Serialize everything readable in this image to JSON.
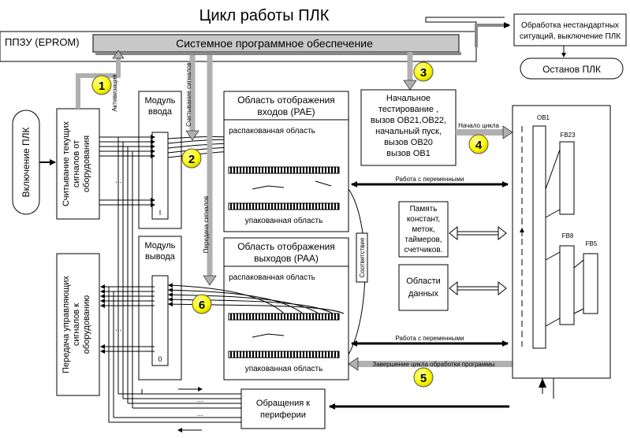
{
  "title": "Цикл работы ПЛК",
  "rom": {
    "label": "ППЗУ (EPROM)",
    "system_software": "Системное программное обеспечение"
  },
  "power_on": {
    "label": "Включение ПЛК"
  },
  "read_inputs": {
    "lines": [
      "Считывание текущих",
      "сигналов от",
      "оборудования"
    ]
  },
  "write_outputs": {
    "lines": [
      "Передача управляющих",
      "сигналов к",
      "оборудованию"
    ]
  },
  "input_module": {
    "lines": [
      "Модуль",
      "ввода"
    ],
    "marker": "I"
  },
  "output_module": {
    "lines": [
      "Модуль",
      "вывода"
    ],
    "marker": "0"
  },
  "pae": {
    "lines": [
      "Область отображения",
      "входов (PAE)"
    ],
    "unpacked": "распакованная область",
    "packed": "упакованная область"
  },
  "paa": {
    "lines": [
      "Область отображения",
      "выходов (PAA)"
    ],
    "unpacked": "распакованная область",
    "packed": "упакованная область"
  },
  "init": {
    "lines": [
      "Начальное",
      "тестирование ,",
      "вызов OB21,OB22,",
      "начальный пуск,",
      "вызов OB20",
      "вызов OB1"
    ]
  },
  "exceptions": {
    "lines": [
      "Обработка нестандартных",
      "ситуаций, выключение ПЛК"
    ]
  },
  "stop": {
    "label": "Останов ПЛК"
  },
  "memory": {
    "lines": [
      "Память",
      "констант,",
      "меток,",
      "таймеров,",
      "счетчиков."
    ]
  },
  "data_areas": {
    "lines": [
      "Области",
      "данных"
    ]
  },
  "periphery": {
    "lines": [
      "Обращения к",
      "периферии"
    ]
  },
  "blocks": {
    "ob1": "OB1",
    "fb23": "FB23",
    "fb8": "FB8",
    "fb5": "FB5"
  },
  "small_labels": {
    "activation": "Активизация",
    "read_signals": "Считывание сигналов",
    "write_signals": "Передача сигналов",
    "cycle_start": "Начало цикла",
    "work_vars_1": "Работа с переменными",
    "work_vars_2": "Работа с переменными",
    "cycle_end": "Завершение цикла обработки программы",
    "correspondence": "Соответствие",
    "ellipsis": "..."
  },
  "steps": [
    "1",
    "2",
    "3",
    "4",
    "5",
    "6"
  ],
  "colors": {
    "rom_bar": "#c8c8c8",
    "step_marker": "#ffff00",
    "arrow_gray": "#b0b0b0"
  }
}
